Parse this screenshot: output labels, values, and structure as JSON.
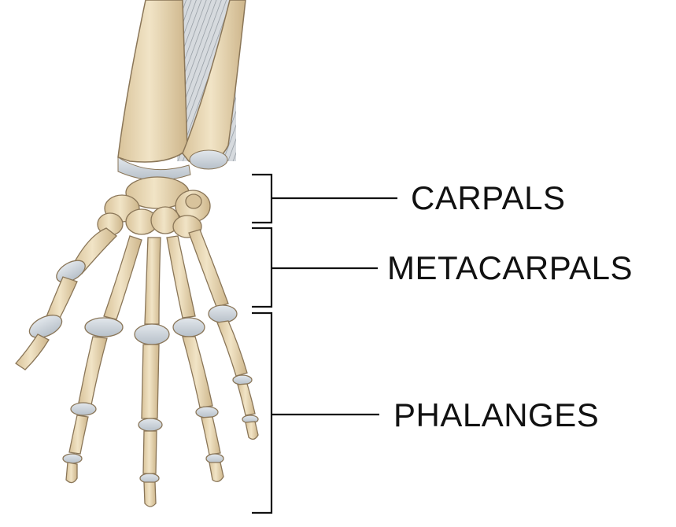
{
  "labels": {
    "carpals": "CARPALS",
    "metacarpals": "METACARPALS",
    "phalanges": "PHALANGES"
  },
  "colors": {
    "bone": "#ead9b4",
    "bone_outline": "#8a7658",
    "cartilage": "#c9d1d9",
    "tendon": "#b9bec4",
    "ink": "#111111"
  }
}
